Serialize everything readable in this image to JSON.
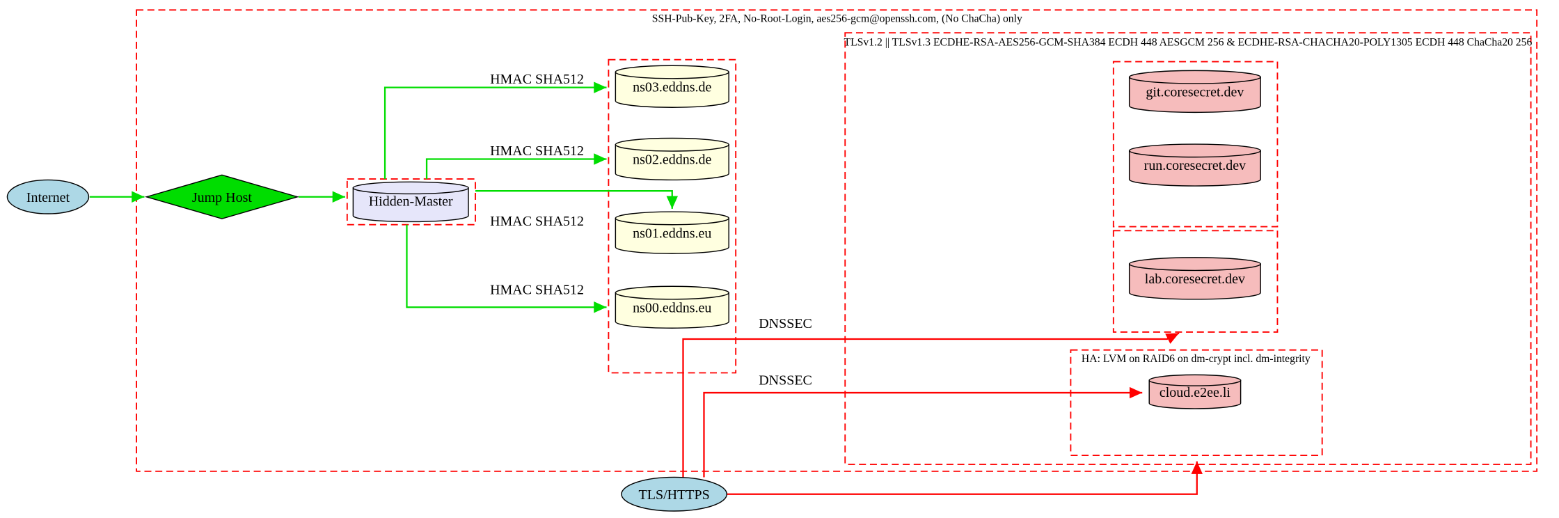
{
  "diagram": {
    "clusters": {
      "outer_label": "SSH-Pub-Key, 2FA, No-Root-Login, aes256-gcm@openssh.com, (No ChaCha) only",
      "tls_label": "TLSv1.2 || TLSv1.3 ECDHE-RSA-AES256-GCM-SHA384 ECDH 448 AESGCM 256 & ECDHE-RSA-CHACHA20-POLY1305 ECDH 448 ChaCha20 256",
      "ha_label": "HA: LVM on RAID6 on dm-crypt incl. dm-integrity"
    },
    "nodes": {
      "internet": "Internet",
      "jump_host": "Jump Host",
      "hidden_master": "Hidden-Master",
      "ns03": "ns03.eddns.de",
      "ns02": "ns02.eddns.de",
      "ns01": "ns01.eddns.eu",
      "ns00": "ns00.eddns.eu",
      "git": "git.coresecret.dev",
      "run": "run.coresecret.dev",
      "lab": "lab.coresecret.dev",
      "cloud": "cloud.e2ee.li",
      "tls_https": "TLS/HTTPS"
    },
    "edge_labels": {
      "hmac1": "HMAC SHA512",
      "hmac2": "HMAC SHA512",
      "hmac3": "HMAC SHA512",
      "hmac4": "HMAC SHA512",
      "dnssec1": "DNSSEC",
      "dnssec2": "DNSSEC"
    },
    "colors": {
      "cluster_border": "#ff0000",
      "green_edge": "#00dd00",
      "red_edge": "#ff0000",
      "node_blue": "#add8e6",
      "node_green": "#00dd00",
      "node_lavender": "#e6e6fa",
      "node_yellow": "#ffffe0",
      "node_pink": "#f6bcbc"
    }
  }
}
